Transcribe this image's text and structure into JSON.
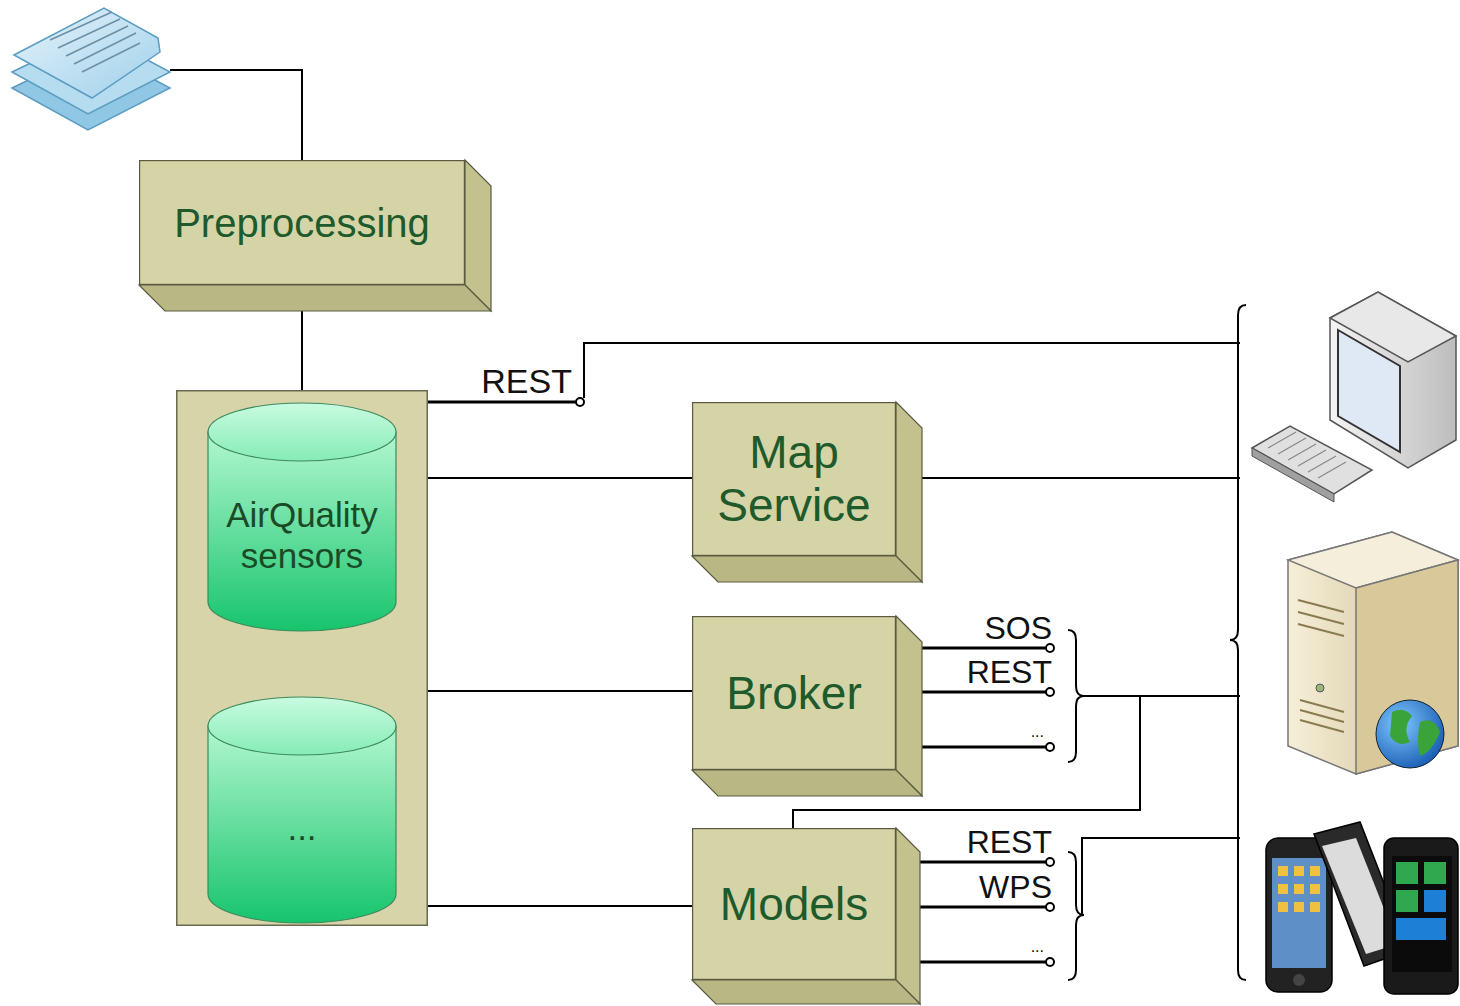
{
  "diagram": {
    "nodes": [
      {
        "text": [
          "Preprocessing"
        ]
      },
      {
        "text": []
      },
      {
        "text": [
          "AirQuality sensors"
        ],
        "in": 1
      },
      {
        "text": [
          "..."
        ],
        "in": 1
      },
      {
        "text": [
          "Map Service"
        ]
      },
      {
        "text": [
          "Broker"
        ]
      },
      {
        "text": [
          "Models"
        ]
      }
    ],
    "edges": [
      {
        "from": 0,
        "to": 1,
        "arrow": "none"
      },
      {
        "from": 1,
        "to": 4,
        "arrow": "none"
      },
      {
        "from": 1,
        "to": 5,
        "arrow": "none"
      },
      {
        "from": 1,
        "to": 6,
        "arrow": "none"
      }
    ],
    "labels": [
      "REST",
      "SOS",
      "REST",
      "...",
      "REST",
      "WPS",
      "..."
    ]
  }
}
